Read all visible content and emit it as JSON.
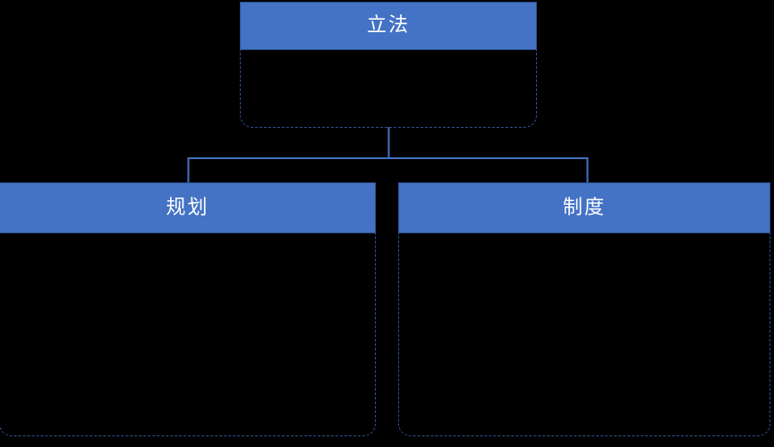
{
  "diagram": {
    "type": "org-chart",
    "orientation": "top-down",
    "colors": {
      "header_fill": "#4472C4",
      "header_border": "#2F528F",
      "body_border": "#2F528F",
      "connector": "#4472C4",
      "header_text": "#FFFFFF",
      "background": "#000000"
    },
    "nodes": [
      {
        "id": "root",
        "title": "立法",
        "body_text": "",
        "level": 0
      },
      {
        "id": "left",
        "title": "规划",
        "body_text": "",
        "level": 1
      },
      {
        "id": "right",
        "title": "制度",
        "body_text": "",
        "level": 1
      }
    ],
    "edges": [
      {
        "from": "root",
        "to": "left"
      },
      {
        "from": "root",
        "to": "right"
      }
    ]
  }
}
